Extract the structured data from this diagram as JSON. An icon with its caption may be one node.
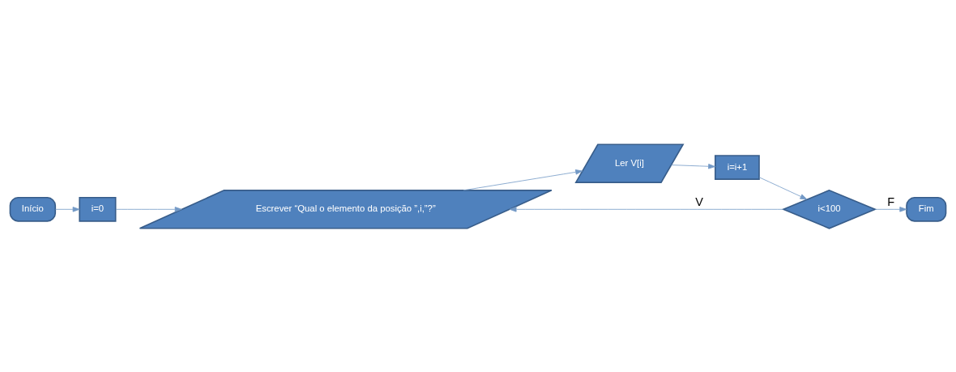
{
  "diagram": {
    "nodes": [
      {
        "text": [
          "Início"
        ]
      },
      {
        "text": [
          "i=0"
        ]
      },
      {
        "text": [
          "Escrever “Qual o elemento da posição ”,i,”?”"
        ]
      },
      {
        "text": [
          "Ler V[i]"
        ]
      },
      {
        "text": [
          "i=i+1"
        ]
      },
      {
        "text": [
          "i<100"
        ]
      },
      {
        "text": [
          "Fim"
        ]
      }
    ],
    "edges": [
      {
        "from": 0,
        "to": 1,
        "arrow": "to"
      },
      {
        "from": 1,
        "to": 2,
        "arrow": "to"
      },
      {
        "from": 2,
        "to": 3,
        "arrow": "to"
      },
      {
        "from": 3,
        "to": 4,
        "arrow": "to"
      },
      {
        "from": 4,
        "to": 5,
        "arrow": "to"
      },
      {
        "from": 5,
        "to": 2,
        "arrow": "to",
        "label": "V"
      },
      {
        "from": 5,
        "to": 6,
        "arrow": "to",
        "label": "F"
      }
    ]
  }
}
